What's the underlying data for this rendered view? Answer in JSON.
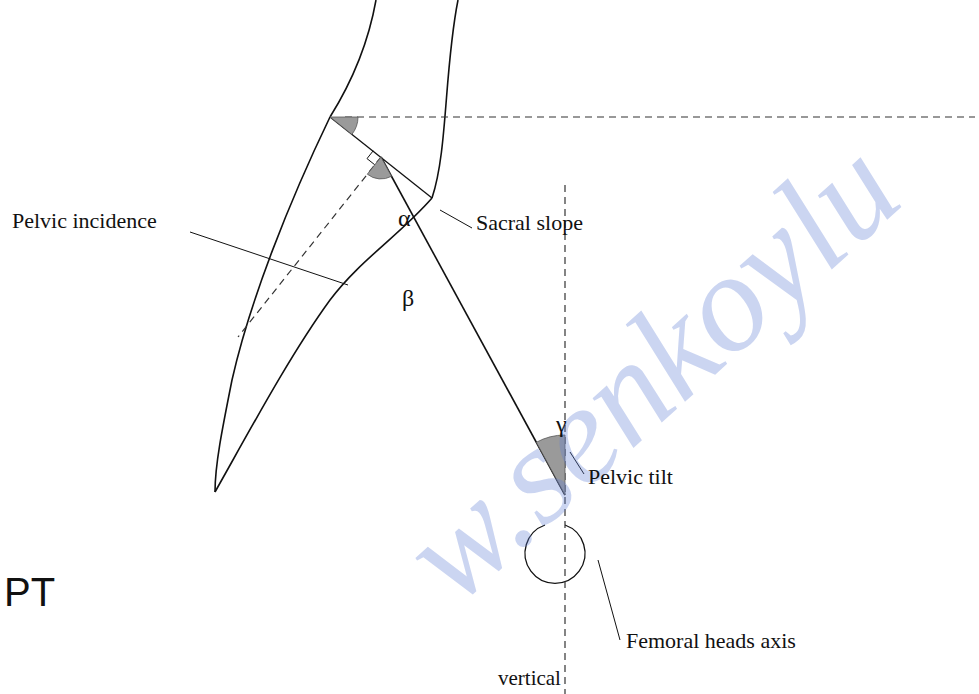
{
  "diagram": {
    "labels": [
      "Pelvic incidence",
      "α",
      "Sacral slope",
      "β",
      "γ",
      "Pelvic tilt",
      "Femoral heads axis",
      "vertical",
      "PT",
      "w.senkoylu"
    ]
  }
}
